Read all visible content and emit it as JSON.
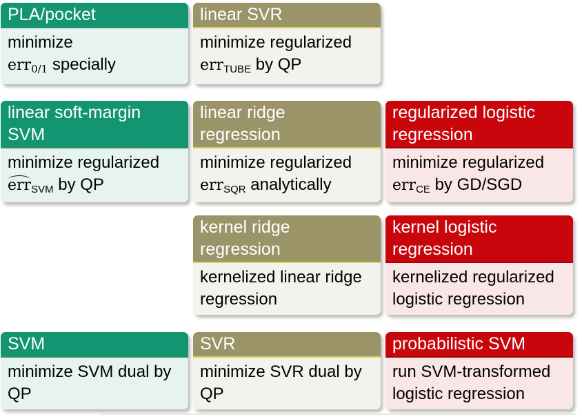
{
  "boxes": {
    "pla": {
      "title": "PLA/pocket",
      "line1": "minimize",
      "err": "err",
      "sub": "0/1",
      "after": " specially"
    },
    "linear_svr": {
      "title": "linear SVR",
      "line1": "minimize regularized",
      "err": "err",
      "sub": "TUBE",
      "after": " by QP"
    },
    "linear_soft_margin_svm": {
      "title_line1": "linear soft-margin",
      "title_line2": "SVM",
      "line1": "minimize regularized",
      "err": "err",
      "sub": "SVM",
      "after": " by QP"
    },
    "linear_ridge": {
      "title_line1": "linear ridge",
      "title_line2": "regression",
      "line1": "minimize regularized",
      "err": "err",
      "sub": "SQR",
      "after": " analytically"
    },
    "reg_logistic": {
      "title_line1": "regularized logistic",
      "title_line2": "regression",
      "line1": "minimize regularized",
      "err": "err",
      "sub": "CE",
      "after": " by GD/SGD"
    },
    "kernel_ridge": {
      "title_line1": "kernel ridge",
      "title_line2": "regression",
      "line1": "kernelized linear ridge",
      "line2": "regression"
    },
    "kernel_logistic": {
      "title_line1": "kernel logistic",
      "title_line2": "regression",
      "line1": "kernelized regularized",
      "line2": "logistic regression"
    },
    "svm": {
      "title": "SVM",
      "line1": "minimize SVM dual by",
      "line2": "QP"
    },
    "svr": {
      "title": "SVR",
      "line1": "minimize SVR dual by",
      "line2": "QP"
    },
    "prob_svm": {
      "title": "probabilistic SVM",
      "line1": "run SVM-transformed",
      "line2": "logistic regression"
    }
  },
  "colors": {
    "green": "#139571",
    "olive": "#9a9468",
    "red": "#c8060c"
  }
}
